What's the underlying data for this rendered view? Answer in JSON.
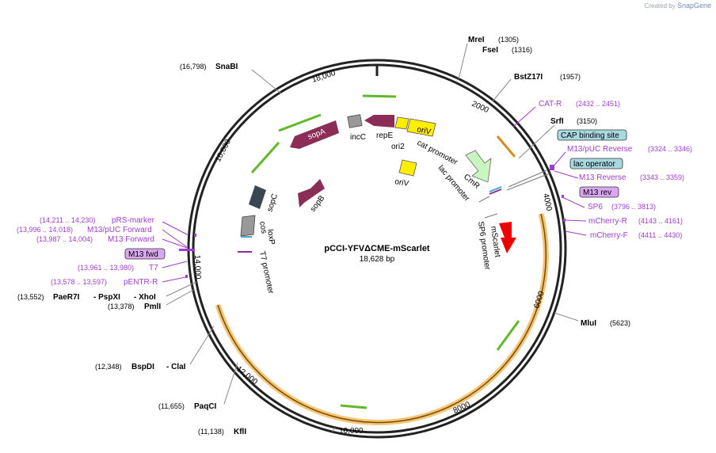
{
  "credit": {
    "prefix": "Created by",
    "brand": "SnapGene"
  },
  "plasmid": {
    "name": "pCCI-YFVΔCME-mScarlet",
    "length": "18,628 bp"
  },
  "ticks": [
    "2000",
    "4000",
    "6000",
    "8000",
    "10,000",
    "12,000",
    "14,000",
    "16,000",
    "18,000"
  ],
  "enzymes": [
    {
      "name": "MreI",
      "pos": "(1305)"
    },
    {
      "name": "FseI",
      "pos": "(1316)"
    },
    {
      "name": "BstZ17I",
      "pos": "(1957)"
    },
    {
      "name": "SrfI",
      "pos": "(3150)"
    },
    {
      "name": "MluI",
      "pos": "(5623)"
    },
    {
      "name": "KflI",
      "pos": "(11,138)"
    },
    {
      "name": "PaqCI",
      "pos": "(11,655)"
    },
    {
      "name": "BspDI",
      "pos": "(12,348)"
    },
    {
      "name": "- ClaI",
      "pos": ""
    },
    {
      "name": "PmlI",
      "pos": "(13,378)"
    },
    {
      "name": "PaeR7I",
      "pos": "(13,552)"
    },
    {
      "name": "- PspXI",
      "pos": ""
    },
    {
      "name": "- XhoI",
      "pos": ""
    },
    {
      "name": "SnaBI",
      "pos": "(16,798)"
    }
  ],
  "primers": [
    {
      "name": "CAT-R",
      "pos": "(2432 .. 2451)"
    },
    {
      "name": "M13/pUC Reverse",
      "pos": "(3324 .. 3346)"
    },
    {
      "name": "M13 Reverse",
      "pos": "(3343 .. 3359)"
    },
    {
      "name": "SP6",
      "pos": "(3796 .. 3813)"
    },
    {
      "name": "mCherry-R",
      "pos": "(4143 .. 4161)"
    },
    {
      "name": "mCherry-F",
      "pos": "(4411 .. 4430)"
    },
    {
      "name": "pENTR-R",
      "pos": "(13,578 .. 13,597)"
    },
    {
      "name": "T7",
      "pos": "(13,961 .. 13,980)"
    },
    {
      "name": "M13 Forward",
      "pos": "(13,987 .. 14,004)"
    },
    {
      "name": "M13/pUC Forward",
      "pos": "(13,996 .. 14,018)"
    },
    {
      "name": "pRS-marker",
      "pos": "(14,211 .. 14,230)"
    }
  ],
  "boxed": {
    "cap": "CAP binding site",
    "lacop": "lac operator",
    "m13rev": "M13 rev",
    "m13fwd": "M13 fwd"
  },
  "features": {
    "oriV_top": "oriV",
    "oriV_lower": "oriV",
    "ori2": "ori2",
    "repE": "repE",
    "incC": "incC",
    "sopA": "sopA",
    "sopB": "sopB",
    "sopC": "sopC",
    "cos": "cos",
    "loxP": "loxP",
    "T7_promoter": "T7 promoter",
    "cat_promoter": "cat promoter",
    "CmR": "CmR",
    "lac_promoter": "lac promoter",
    "mScarlet": "mScarlet",
    "SP6_promoter": "SP6 promoter"
  },
  "colors": {
    "primer": "#a23bd1",
    "orange": "#f5b041",
    "green": "#5fb82a",
    "yellow": "#ffee00",
    "maroon": "#8b2d57",
    "red": "#ee0000",
    "cap": "#a8d8e0",
    "m13": "#d9a7f0"
  }
}
